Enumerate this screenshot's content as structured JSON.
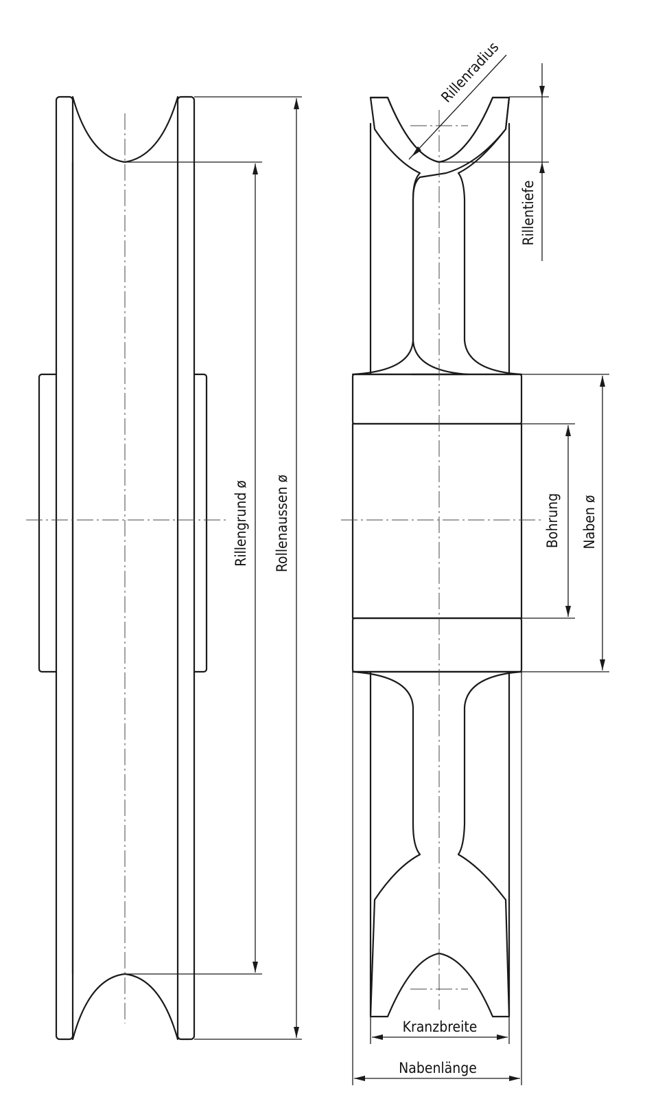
{
  "labels": {
    "rillenradius": "Rillenradius",
    "rillentiefe": "Rillentiefe",
    "rillengrund": "Rillengrund ø",
    "rollenaussen": "Rollenaussen ø",
    "bohrung": "Bohrung",
    "naben": "Naben ø",
    "kranzbreite": "Kranzbreite",
    "nabenlaenge": "Nabenlänge"
  },
  "colors": {
    "line": "#1a1a1a",
    "background": "#ffffff"
  }
}
